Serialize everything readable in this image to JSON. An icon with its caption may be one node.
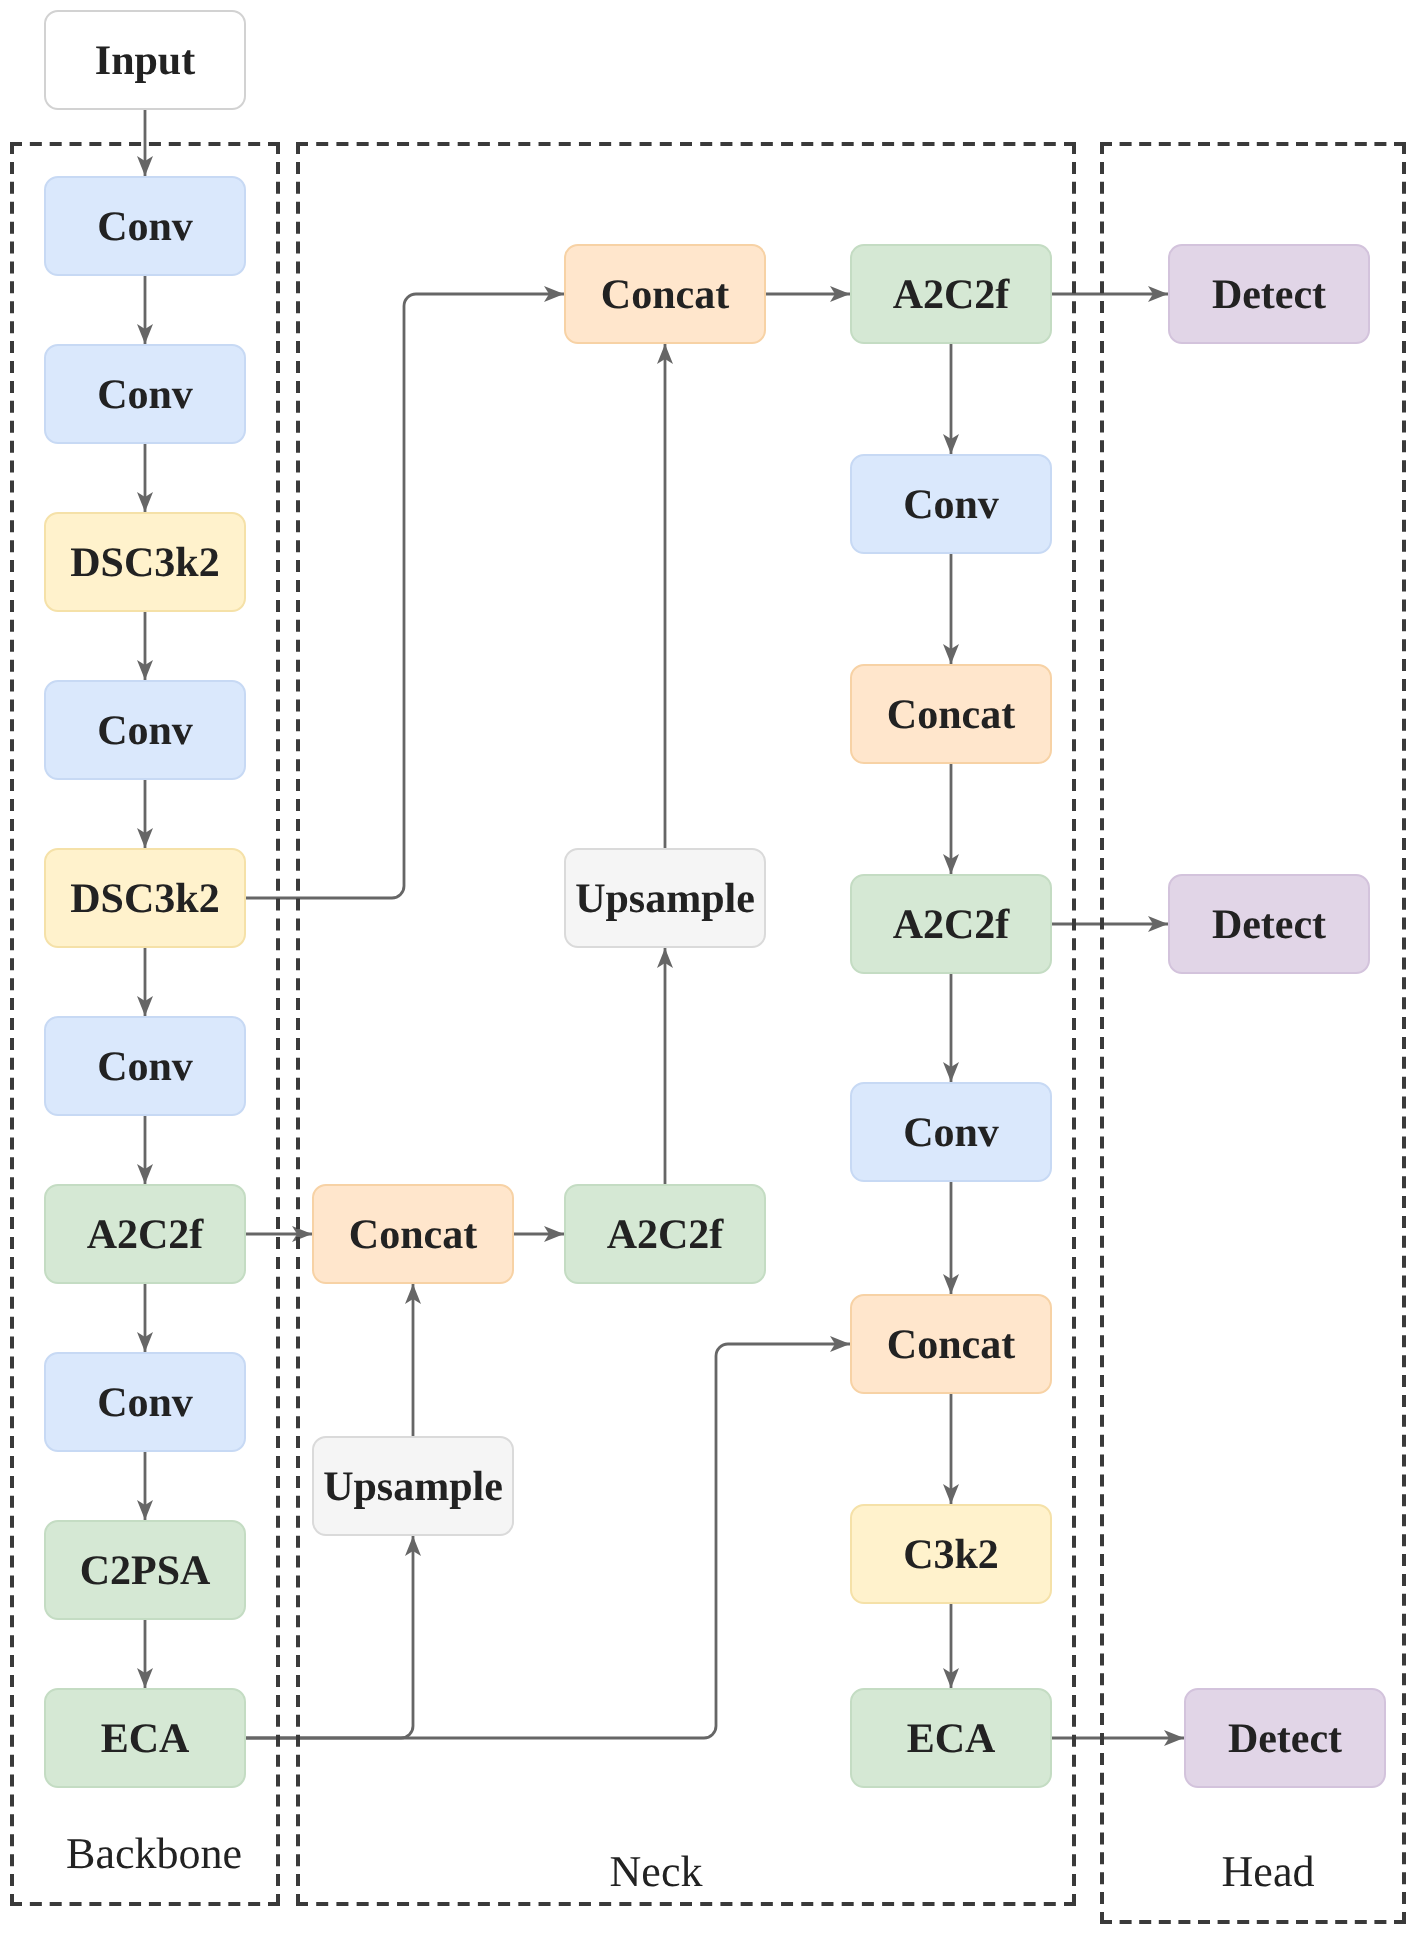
{
  "diagram": {
    "nodes": [
      {
        "text": [
          "Input"
        ]
      },
      {
        "text": [
          "Backbone"
        ]
      },
      {
        "text": [
          "Conv"
        ],
        "in": 1
      },
      {
        "text": [
          "Conv"
        ],
        "in": 1
      },
      {
        "text": [
          "DSC3k2"
        ],
        "in": 1
      },
      {
        "text": [
          "Conv"
        ],
        "in": 1
      },
      {
        "text": [
          "DSC3k2"
        ],
        "in": 1
      },
      {
        "text": [
          "Conv"
        ],
        "in": 1
      },
      {
        "text": [
          "A2C2f"
        ],
        "in": 1
      },
      {
        "text": [
          "Conv"
        ],
        "in": 1
      },
      {
        "text": [
          "C2PSA"
        ],
        "in": 1
      },
      {
        "text": [
          "ECA"
        ],
        "in": 1
      },
      {
        "text": [
          "Neck"
        ]
      },
      {
        "text": [
          "Concat"
        ],
        "in": 12
      },
      {
        "text": [
          "A2C2f"
        ],
        "in": 12
      },
      {
        "text": [
          "Conv"
        ],
        "in": 12
      },
      {
        "text": [
          "Concat"
        ],
        "in": 12
      },
      {
        "text": [
          "Upsample"
        ],
        "in": 12
      },
      {
        "text": [
          "A2C2f"
        ],
        "in": 12
      },
      {
        "text": [
          "Conv"
        ],
        "in": 12
      },
      {
        "text": [
          "Concat"
        ],
        "in": 12
      },
      {
        "text": [
          "A2C2f"
        ],
        "in": 12
      },
      {
        "text": [
          "Concat"
        ],
        "in": 12
      },
      {
        "text": [
          "Upsample"
        ],
        "in": 12
      },
      {
        "text": [
          "C3k2"
        ],
        "in": 12
      },
      {
        "text": [
          "ECA"
        ],
        "in": 12
      },
      {
        "text": [
          "Head"
        ]
      },
      {
        "text": [
          "Detect"
        ],
        "in": 26
      },
      {
        "text": [
          "Detect"
        ],
        "in": 26
      },
      {
        "text": [
          "Detect"
        ],
        "in": 26
      }
    ],
    "edges": [
      {
        "from": 0,
        "to": 2,
        "arrow": "to"
      },
      {
        "from": 2,
        "to": 3,
        "arrow": "to"
      },
      {
        "from": 3,
        "to": 4,
        "arrow": "to"
      },
      {
        "from": 4,
        "to": 5,
        "arrow": "to"
      },
      {
        "from": 5,
        "to": 6,
        "arrow": "to"
      },
      {
        "from": 6,
        "to": 7,
        "arrow": "to"
      },
      {
        "from": 7,
        "to": 8,
        "arrow": "to"
      },
      {
        "from": 8,
        "to": 9,
        "arrow": "to"
      },
      {
        "from": 9,
        "to": 10,
        "arrow": "to"
      },
      {
        "from": 10,
        "to": 11,
        "arrow": "to"
      },
      {
        "from": 6,
        "to": 13,
        "arrow": "to"
      },
      {
        "from": 8,
        "to": 20,
        "arrow": "to"
      },
      {
        "from": 20,
        "to": 21,
        "arrow": "to"
      },
      {
        "from": 21,
        "to": 17,
        "arrow": "to"
      },
      {
        "from": 17,
        "to": 13,
        "arrow": "to"
      },
      {
        "from": 11,
        "to": 23,
        "arrow": "to"
      },
      {
        "from": 23,
        "to": 20,
        "arrow": "to"
      },
      {
        "from": 11,
        "to": 22,
        "arrow": "to"
      },
      {
        "from": 13,
        "to": 14,
        "arrow": "to"
      },
      {
        "from": 14,
        "to": 27,
        "arrow": "to"
      },
      {
        "from": 14,
        "to": 15,
        "arrow": "to"
      },
      {
        "from": 15,
        "to": 16,
        "arrow": "to"
      },
      {
        "from": 16,
        "to": 18,
        "arrow": "to"
      },
      {
        "from": 18,
        "to": 28,
        "arrow": "to"
      },
      {
        "from": 18,
        "to": 19,
        "arrow": "to"
      },
      {
        "from": 19,
        "to": 22,
        "arrow": "to"
      },
      {
        "from": 22,
        "to": 24,
        "arrow": "to"
      },
      {
        "from": 24,
        "to": 25,
        "arrow": "to"
      },
      {
        "from": 25,
        "to": 29,
        "arrow": "to"
      }
    ]
  }
}
